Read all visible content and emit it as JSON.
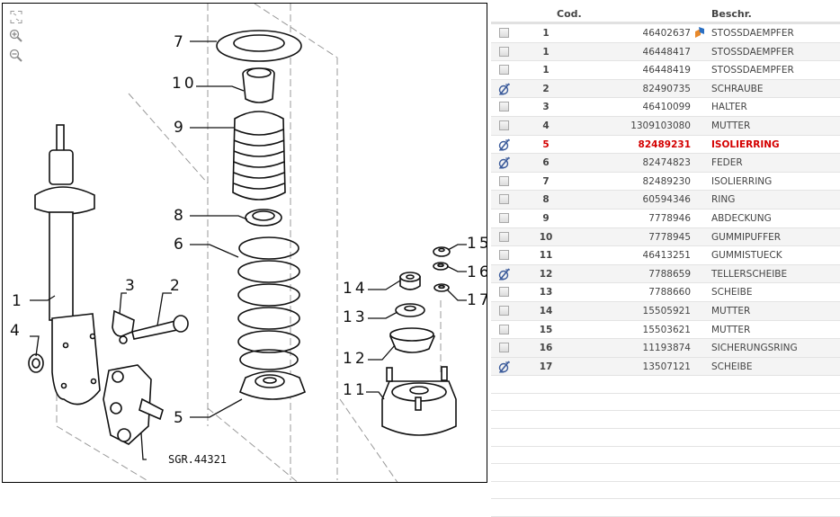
{
  "diagram": {
    "toolbar": {
      "fit_label": "fit-to-window",
      "zoom_in_label": "zoom-in",
      "zoom_out_label": "zoom-out"
    },
    "callouts": [
      "1",
      "2",
      "3",
      "4",
      "5",
      "6",
      "7",
      "8",
      "9",
      "10",
      "11",
      "12",
      "13",
      "14",
      "15",
      "16",
      "17"
    ],
    "reference": "SGR.44321"
  },
  "table": {
    "headers": {
      "cod": "Cod.",
      "descr": "Beschr."
    },
    "rows": [
      {
        "pos": "1",
        "code": "46402637",
        "desc": "STOSSDAEMPFER",
        "checked": false,
        "edited": false,
        "selected": false,
        "code_icon": "replacement-icon"
      },
      {
        "pos": "1",
        "code": "46448417",
        "desc": "STOSSDAEMPFER",
        "checked": false,
        "edited": false,
        "selected": false
      },
      {
        "pos": "1",
        "code": "46448419",
        "desc": "STOSSDAEMPFER",
        "checked": false,
        "edited": false,
        "selected": false
      },
      {
        "pos": "2",
        "code": "82490735",
        "desc": "SCHRAUBE",
        "checked": false,
        "edited": true,
        "selected": false
      },
      {
        "pos": "3",
        "code": "46410099",
        "desc": "HALTER",
        "checked": false,
        "edited": false,
        "selected": false
      },
      {
        "pos": "4",
        "code": "1309103080",
        "desc": "MUTTER",
        "checked": false,
        "edited": false,
        "selected": false
      },
      {
        "pos": "5",
        "code": "82489231",
        "desc": "ISOLIERRING",
        "checked": false,
        "edited": true,
        "selected": true
      },
      {
        "pos": "6",
        "code": "82474823",
        "desc": "FEDER",
        "checked": false,
        "edited": true,
        "selected": false
      },
      {
        "pos": "7",
        "code": "82489230",
        "desc": "ISOLIERRING",
        "checked": false,
        "edited": false,
        "selected": false
      },
      {
        "pos": "8",
        "code": "60594346",
        "desc": "RING",
        "checked": false,
        "edited": false,
        "selected": false
      },
      {
        "pos": "9",
        "code": "7778946",
        "desc": "ABDECKUNG",
        "checked": false,
        "edited": false,
        "selected": false
      },
      {
        "pos": "10",
        "code": "7778945",
        "desc": "GUMMIPUFFER",
        "checked": false,
        "edited": false,
        "selected": false
      },
      {
        "pos": "11",
        "code": "46413251",
        "desc": "GUMMISTUECK",
        "checked": false,
        "edited": false,
        "selected": false
      },
      {
        "pos": "12",
        "code": "7788659",
        "desc": "TELLERSCHEIBE",
        "checked": false,
        "edited": true,
        "selected": false
      },
      {
        "pos": "13",
        "code": "7788660",
        "desc": "SCHEIBE",
        "checked": false,
        "edited": false,
        "selected": false
      },
      {
        "pos": "14",
        "code": "15505921",
        "desc": "MUTTER",
        "checked": false,
        "edited": false,
        "selected": false
      },
      {
        "pos": "15",
        "code": "15503621",
        "desc": "MUTTER",
        "checked": false,
        "edited": false,
        "selected": false
      },
      {
        "pos": "16",
        "code": "11193874",
        "desc": "SICHERUNGSRING",
        "checked": false,
        "edited": false,
        "selected": false
      },
      {
        "pos": "17",
        "code": "13507121",
        "desc": "SCHEIBE",
        "checked": false,
        "edited": true,
        "selected": false
      }
    ],
    "empty_rows": 8,
    "colors": {
      "selected_text": "#d40000",
      "edit_icon": "#3a5a9a",
      "alt_row": "#f4f4f4"
    }
  }
}
